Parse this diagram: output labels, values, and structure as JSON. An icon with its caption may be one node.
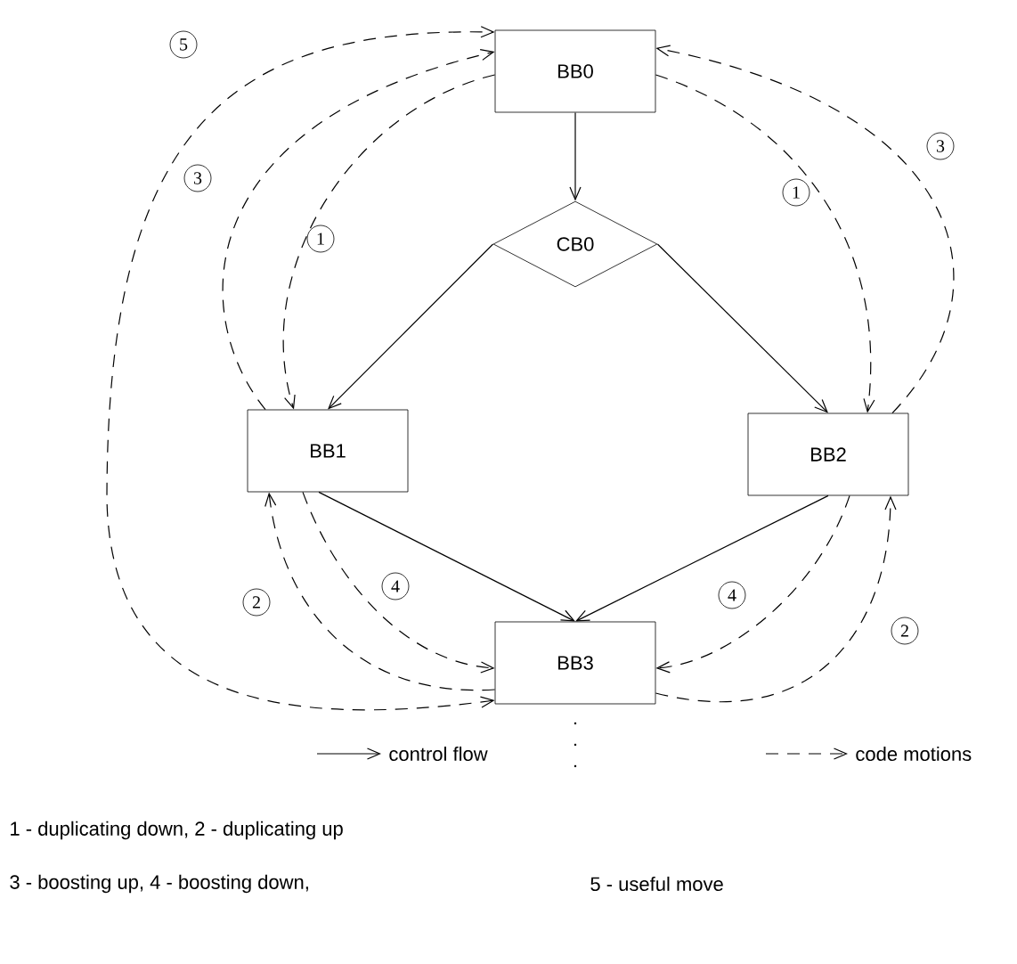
{
  "diagram": {
    "nodes": [
      {
        "text": [
          "BB0"
        ]
      },
      {
        "text": [
          "CB0"
        ]
      },
      {
        "text": [
          "BB1"
        ]
      },
      {
        "text": [
          "BB2"
        ]
      },
      {
        "text": [
          "BB3"
        ]
      }
    ],
    "edges": [
      {
        "from": 0,
        "to": 1,
        "arrow": "to"
      },
      {
        "from": 1,
        "to": 2,
        "arrow": "to"
      },
      {
        "from": 1,
        "to": 3,
        "arrow": "to"
      },
      {
        "from": 2,
        "to": 4,
        "arrow": "to"
      },
      {
        "from": 3,
        "to": 4,
        "arrow": "to"
      },
      {
        "from": 0,
        "to": 2,
        "arrow": "to",
        "style": "dashed",
        "label": "1"
      },
      {
        "from": 2,
        "to": 0,
        "arrow": "to",
        "style": "dashed",
        "label": "3"
      },
      {
        "from": 4,
        "to": 0,
        "arrow": "both",
        "style": "dashed",
        "label": "5"
      },
      {
        "from": 2,
        "to": 4,
        "arrow": "to",
        "style": "dashed",
        "label": "4"
      },
      {
        "from": 4,
        "to": 2,
        "arrow": "to",
        "style": "dashed",
        "label": "2"
      },
      {
        "from": 0,
        "to": 3,
        "arrow": "to",
        "style": "dashed",
        "label": "1"
      },
      {
        "from": 3,
        "to": 0,
        "arrow": "to",
        "style": "dashed",
        "label": "3"
      },
      {
        "from": 3,
        "to": 4,
        "arrow": "to",
        "style": "dashed",
        "label": "4"
      },
      {
        "from": 4,
        "to": 3,
        "arrow": "to",
        "style": "dashed",
        "label": "2"
      }
    ],
    "labels": [
      "1 - duplicating down, 2 - duplicating up",
      "3 - boosting up, 4 - boosting down,",
      "5 - useful move"
    ],
    "legend": [
      {
        "text": "control flow"
      },
      {
        "text": "code motions"
      }
    ]
  }
}
